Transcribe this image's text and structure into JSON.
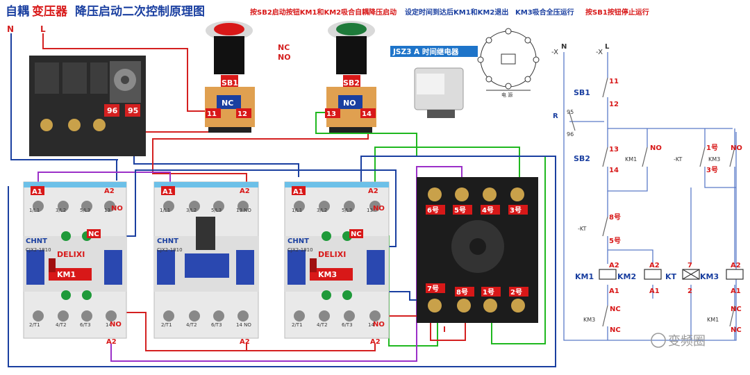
{
  "header": {
    "title_part1": "自耦",
    "title_part2": "变压器",
    "title_part3": "降压启动二次控制原理图",
    "note1": "按SB2启动按钮KM1和KM2吸合自耦降压启动",
    "note2": "设定时间到达后KM1和KM2退出",
    "note3": "KM3吸合全压运行",
    "note4": "按SB1按钮停止运行"
  },
  "power": {
    "n": "N",
    "l": "L"
  },
  "overload": {
    "t96": "96",
    "t95": "95"
  },
  "buttons": {
    "sb1": {
      "label": "SB1",
      "contact": "NC",
      "t1": "11",
      "t2": "12"
    },
    "sb2": {
      "label": "SB2",
      "contact": "NO",
      "t1": "13",
      "t2": "14"
    },
    "legend_nc": "NC",
    "legend_no": "NO"
  },
  "relay": {
    "title": "JSZ3 A 时间继电器",
    "pin_labels_top": [
      "6号",
      "5号",
      "4号",
      "3号"
    ],
    "pin_labels_bottom": [
      "7号",
      "8号",
      "1号",
      "2号"
    ],
    "diagram_caption": "电 源"
  },
  "contactors": [
    {
      "brand": "CHNT",
      "model": "CJX2-1810",
      "maker": "DELIXI",
      "name": "KM1",
      "a1": "A1",
      "a2": "A2",
      "no": "NO",
      "nc": "NC",
      "top": [
        "1/L1",
        "3/L2",
        "5/L3",
        "13"
      ],
      "bottom": [
        "2/T1",
        "4/T2",
        "6/T3",
        "14"
      ]
    },
    {
      "brand": "CHNT",
      "model": "CJX2-1810",
      "maker": "",
      "name": "",
      "a1": "A1",
      "a2": "A2",
      "no": "",
      "nc": "",
      "top": [
        "1/L1",
        "3/L2",
        "5/L3",
        "13 NO"
      ],
      "bottom": [
        "2/T1",
        "4/T2",
        "6/T3",
        "14 NO"
      ]
    },
    {
      "brand": "CHNT",
      "model": "CJX2-1810",
      "maker": "DELIXI",
      "name": "KM3",
      "a1": "A1",
      "a2": "A2",
      "no": "NO",
      "nc": "NC",
      "top": [
        "1/L1",
        "3/L2",
        "5/L3",
        "13"
      ],
      "bottom": [
        "2/T1",
        "4/T2",
        "6/T3",
        "14"
      ]
    }
  ],
  "schematic": {
    "x_n": "-X",
    "n": "N",
    "x_l": "-X",
    "l": "L",
    "sb1": "SB1",
    "t11": "11",
    "t12": "12",
    "r": "R",
    "r95": "95",
    "r96": "96",
    "sb2": "SB2",
    "t13": "13",
    "t14": "14",
    "km1_aux": "KM1",
    "no": "NO",
    "kt_aux": "-KT",
    "p1": "1号",
    "km3_aux": "KM3",
    "p3": "3号",
    "kt_nc": "-KT",
    "p8": "8号",
    "p5": "5号",
    "coil_km1": "KM1",
    "coil_km2": "KM2",
    "coil_kt": "KT",
    "coil_km3": "KM3",
    "a2": "A2",
    "a1": "A1",
    "seven": "7",
    "two": "2",
    "nc": "NC",
    "ilk_km3": "KM3",
    "ilk_km1": "KM1"
  },
  "watermark": "变频圈"
}
